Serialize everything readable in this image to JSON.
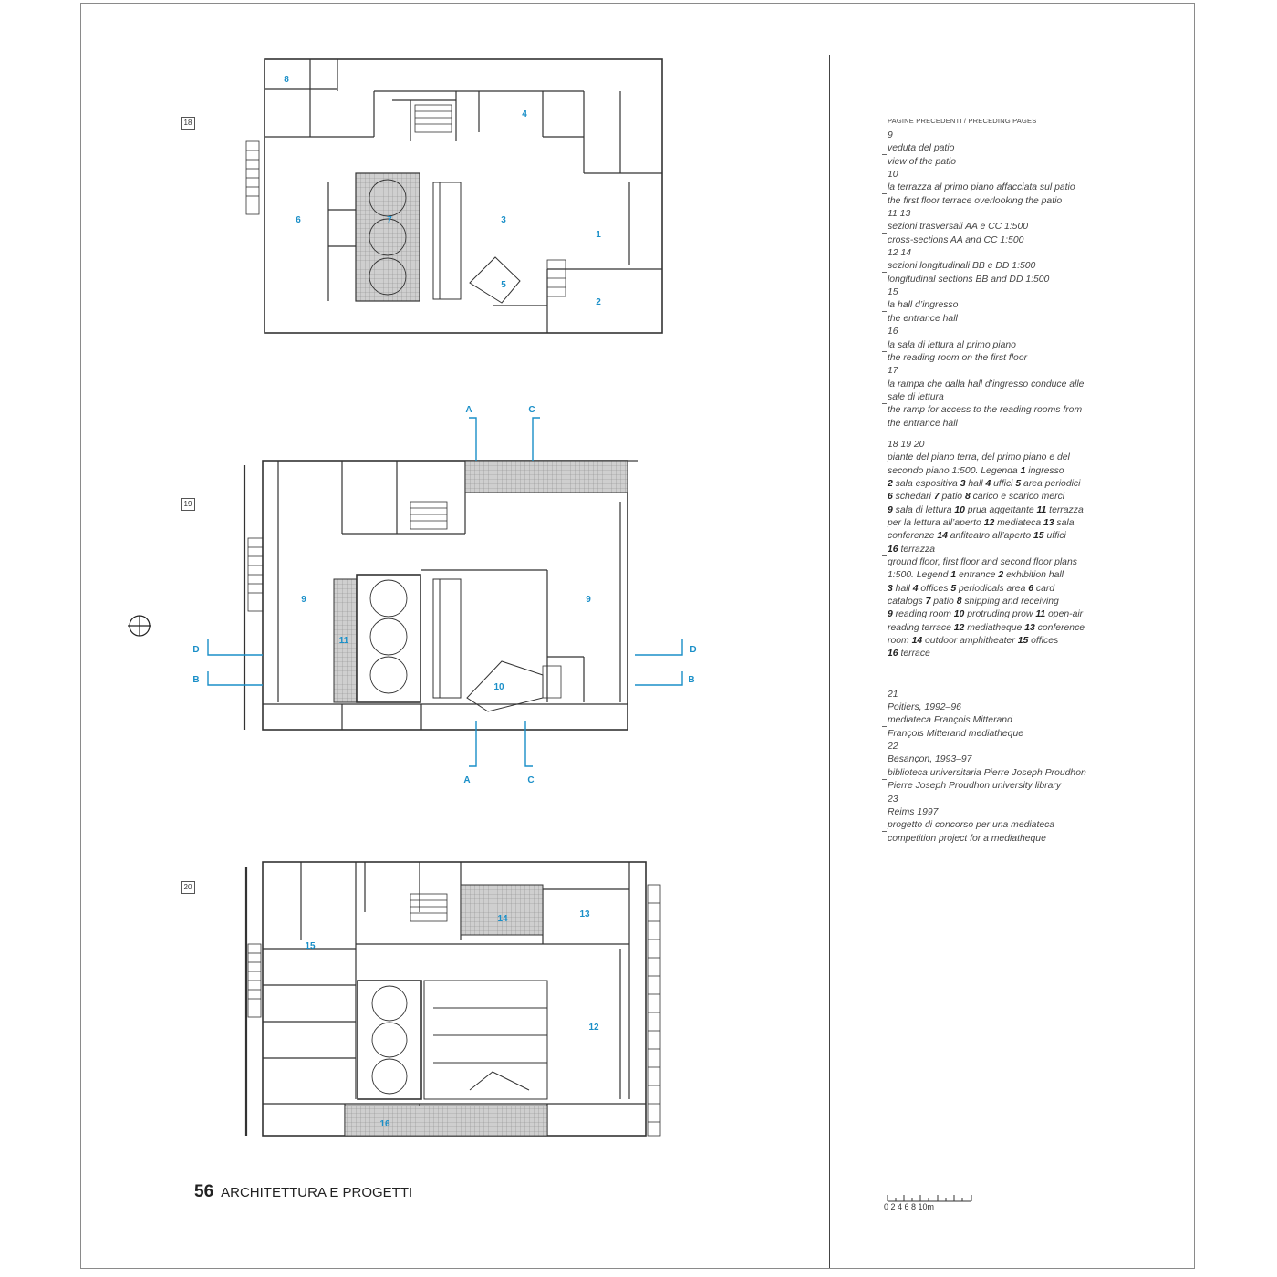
{
  "figure_labels": {
    "fig18": "18",
    "fig19": "19",
    "fig20": "20"
  },
  "plan18": {
    "rooms": [
      "8",
      "4",
      "7",
      "3",
      "6",
      "1",
      "5",
      "2"
    ]
  },
  "plan19": {
    "rooms": [
      "9",
      "9",
      "11",
      "10"
    ],
    "section_marks": [
      "A",
      "C",
      "D",
      "B",
      "D",
      "B",
      "A",
      "C"
    ]
  },
  "plan20": {
    "rooms": [
      "14",
      "13",
      "15",
      "12",
      "16"
    ]
  },
  "captions": {
    "header": "PAGINE PRECEDENTI / PRECEDING PAGES",
    "block1": [
      {
        "t": "9",
        "d": false
      },
      {
        "t": "veduta del patio",
        "d": true
      },
      {
        "t": "view of the patio",
        "d": false
      },
      {
        "t": "10",
        "d": false
      },
      {
        "t": "la terrazza al primo piano affacciata sul patio",
        "d": true
      },
      {
        "t": "the first floor terrace overlooking the patio",
        "d": false
      },
      {
        "t": "11  13",
        "d": false
      },
      {
        "t": "sezioni trasversali AA e CC  1:500",
        "d": true
      },
      {
        "t": "cross-sections AA and CC  1:500",
        "d": false
      },
      {
        "t": "12  14",
        "d": false
      },
      {
        "t": "sezioni longitudinali BB e DD  1:500",
        "d": true
      },
      {
        "t": "longitudinal sections BB and DD  1:500",
        "d": false
      },
      {
        "t": "15",
        "d": false
      },
      {
        "t": "la hall d’ingresso",
        "d": true
      },
      {
        "t": "the entrance hall",
        "d": false
      },
      {
        "t": "16",
        "d": false
      },
      {
        "t": "la sala di lettura al primo piano",
        "d": true
      },
      {
        "t": "the reading room on the first floor",
        "d": false
      },
      {
        "t": "17",
        "d": false
      },
      {
        "t": "la rampa che dalla hall d’ingresso conduce alle",
        "d": false
      },
      {
        "t": "sale di lettura",
        "d": true
      },
      {
        "t": "the ramp for access to the reading rooms from",
        "d": false
      },
      {
        "t": "the entrance hall",
        "d": false
      }
    ],
    "block2": [
      {
        "t": "18  19  20",
        "d": false
      },
      {
        "t": "piante del piano terra, del primo piano e del",
        "d": false
      },
      {
        "t": "secondo piano  1:500.  Legenda  **1** ingresso",
        "d": false
      },
      {
        "t": "**2** sala espositiva  **3** hall  **4** uffici  **5** area periodici",
        "d": false
      },
      {
        "t": "**6** schedari  **7** patio  **8** carico e scarico merci",
        "d": false
      },
      {
        "t": "**9** sala di lettura  **10** prua aggettante  **11** terrazza",
        "d": false
      },
      {
        "t": "per la lettura all’aperto  **12** mediateca  **13** sala",
        "d": false
      },
      {
        "t": "conferenze  **14** anfiteatro all’aperto  **15** uffici",
        "d": false
      },
      {
        "t": "**16** terrazza",
        "d": true
      },
      {
        "t": "ground floor, first floor and second floor plans",
        "d": false
      },
      {
        "t": "1:500.  Legend  **1** entrance  **2** exhibition hall",
        "d": false
      },
      {
        "t": "**3** hall  **4** offices  **5** periodicals area  **6** card",
        "d": false
      },
      {
        "t": "catalogs  **7** patio  **8** shipping and receiving",
        "d": false
      },
      {
        "t": "**9** reading room  **10** protruding prow  **11** open-air",
        "d": false
      },
      {
        "t": "reading terrace  **12** mediatheque  **13** conference",
        "d": false
      },
      {
        "t": "room  **14** outdoor amphitheater  **15** offices",
        "d": false
      },
      {
        "t": "**16** terrace",
        "d": false
      }
    ],
    "block3": [
      {
        "t": "21",
        "d": false
      },
      {
        "t": "Poitiers, 1992–96",
        "d": false
      },
      {
        "t": "mediateca François Mitterand",
        "d": true
      },
      {
        "t": "François Mitterand mediatheque",
        "d": false
      },
      {
        "t": "22",
        "d": false
      },
      {
        "t": "Besançon, 1993–97",
        "d": false
      },
      {
        "t": "biblioteca universitaria Pierre Joseph Proudhon",
        "d": true
      },
      {
        "t": "Pierre Joseph Proudhon university library",
        "d": false
      },
      {
        "t": "23",
        "d": false
      },
      {
        "t": "Reims 1997",
        "d": false
      },
      {
        "t": "progetto di concorso per una mediateca",
        "d": true
      },
      {
        "t": "competition project for a mediatheque",
        "d": false
      }
    ]
  },
  "footer": {
    "page_number": "56",
    "section": "ARCHITETTURA E PROGETTI"
  },
  "scale_bar": {
    "labels": "0   2   4   6   8  10m"
  },
  "colors": {
    "accent": "#1a8fc8",
    "line": "#333333",
    "hatch": "#9a9a9a"
  },
  "icons": {
    "compass": "north-arrow-icon"
  }
}
